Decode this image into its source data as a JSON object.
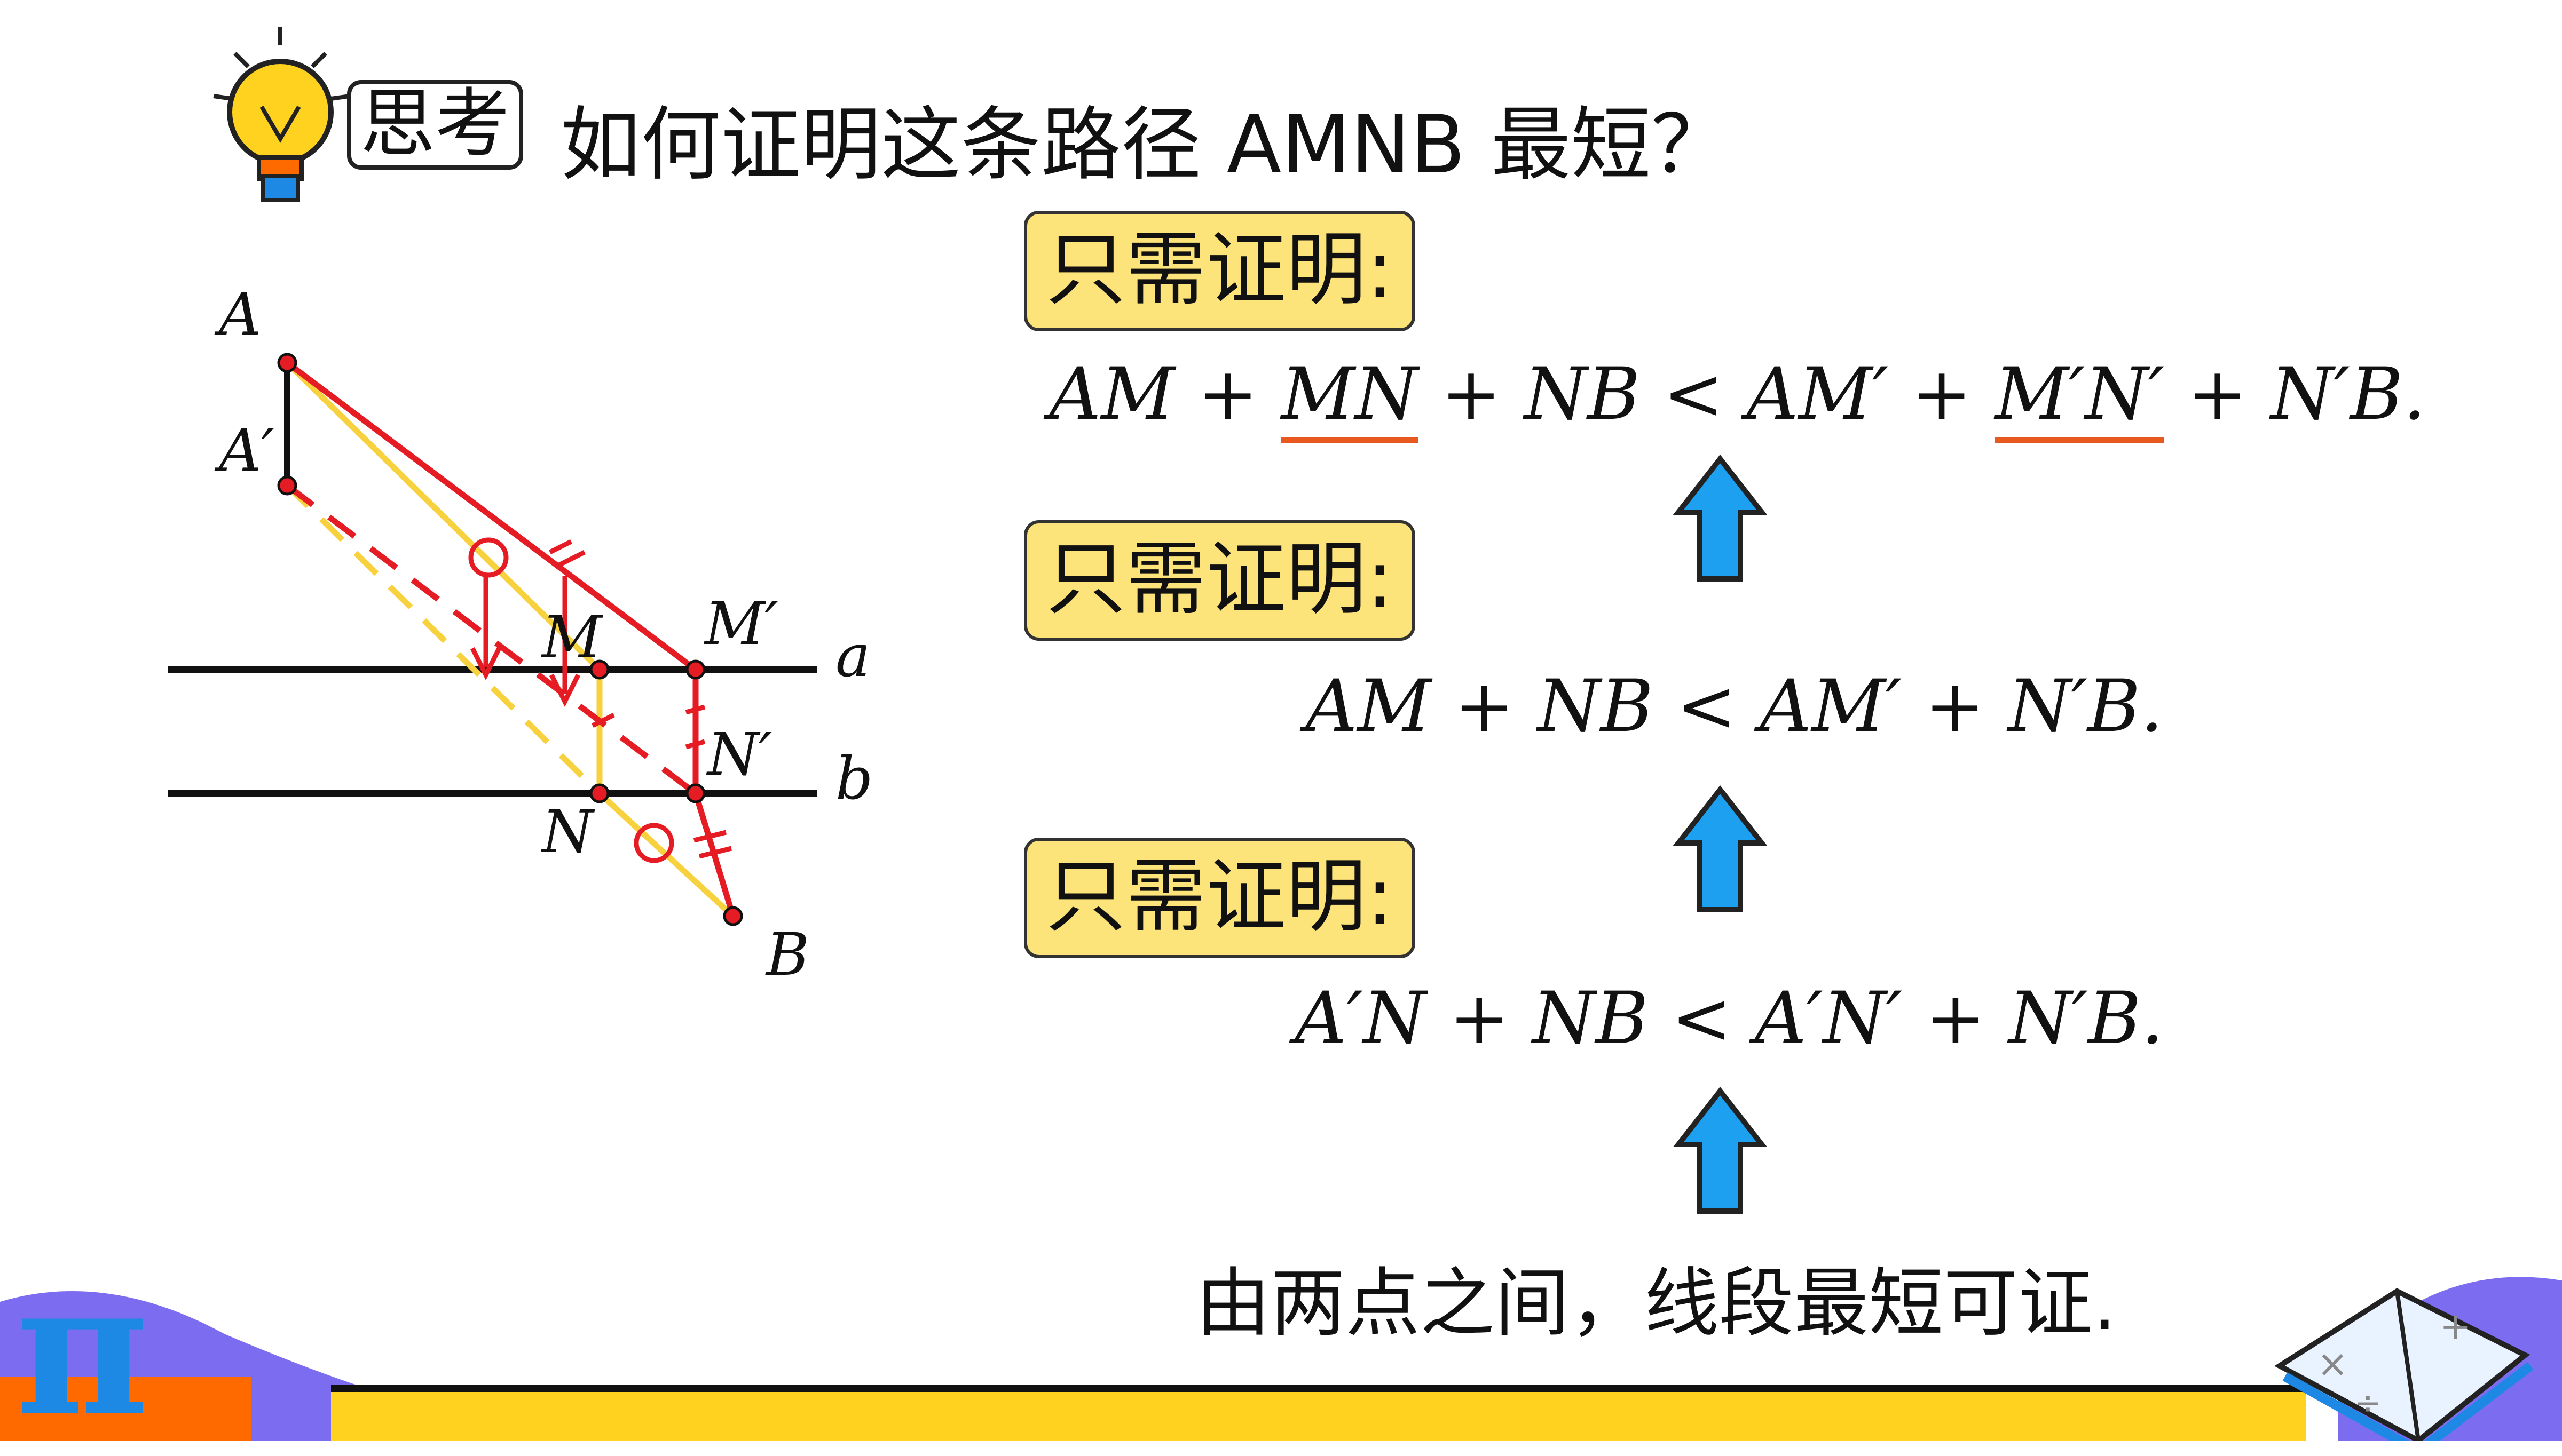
{
  "badge": "思考",
  "title": "如何证明这条路径  AMNB  最短？",
  "proof_label_1": "只需证明:",
  "proof_label_2": "只需证明:",
  "proof_label_3": "只需证明:",
  "ineq1": {
    "left": "AM + ",
    "left_underlined": "MN",
    "mid": " + NB < AM′ + ",
    "right_underlined": "M′N′",
    "tail": " + N′B."
  },
  "ineq2": "AM + NB < AM′ + N′B.",
  "ineq3": "A′N + NB < A′N′ + N′B.",
  "conclusion": "由两点之间，线段最短可证.",
  "diagram": {
    "A": "A",
    "A_prime": "A′",
    "M": "M",
    "M_prime": "M′",
    "N": "N",
    "N_prime": "N′",
    "B": "B",
    "line_a": "a",
    "line_b": "b"
  },
  "decor": {
    "pi": "π",
    "book_icon": "open-book-icon",
    "bulb_icon": "light-bulb-icon"
  },
  "colors": {
    "red": "#e51c23",
    "yellow": "#f7d23e",
    "box_fill": "#fde47a",
    "arrow_blue": "#1ea0f0",
    "underline": "#e8591f"
  }
}
